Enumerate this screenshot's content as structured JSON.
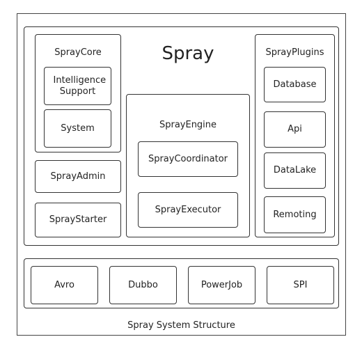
{
  "caption": "Spray System Structure",
  "spray": {
    "title": "Spray",
    "core": {
      "title": "SprayCore",
      "items": [
        "Intelligence Support",
        "System"
      ]
    },
    "admin": "SprayAdmin",
    "starter": "SprayStarter",
    "engine": {
      "title": "SprayEngine",
      "items": [
        "SprayCoordinator",
        "SprayExecutor"
      ]
    },
    "plugins": {
      "title": "SprayPlugins",
      "items": [
        "Database",
        "Api",
        "DataLake",
        "Remoting"
      ]
    }
  },
  "deps": [
    "Avro",
    "Dubbo",
    "PowerJob",
    "SPI"
  ]
}
